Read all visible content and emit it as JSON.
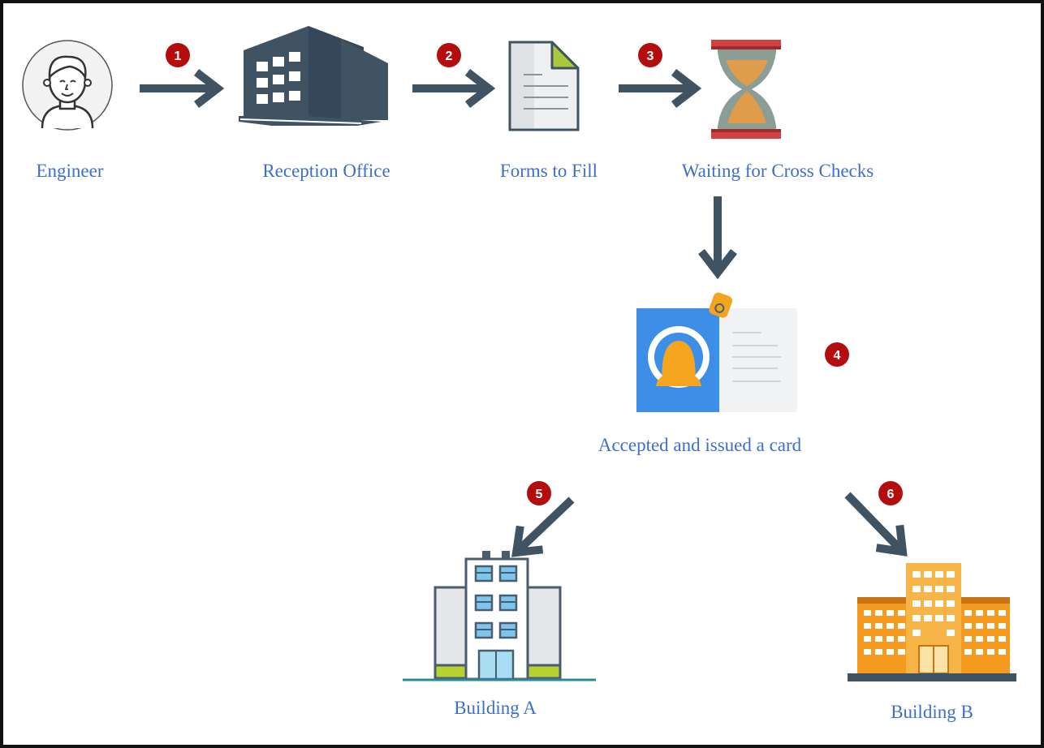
{
  "nodes": {
    "engineer": {
      "label": "Engineer",
      "icon": "engineer-avatar-icon"
    },
    "reception": {
      "label": "Reception Office",
      "icon": "office-building-icon"
    },
    "forms": {
      "label": "Forms to Fill",
      "icon": "document-icon"
    },
    "waiting": {
      "label": "Waiting for Cross Checks",
      "icon": "hourglass-icon"
    },
    "card": {
      "label": "Accepted and issued a card",
      "icon": "id-card-icon"
    },
    "building_a": {
      "label": "Building A",
      "icon": "building-a-icon"
    },
    "building_b": {
      "label": "Building B",
      "icon": "building-b-icon"
    }
  },
  "steps": [
    "1",
    "2",
    "3",
    "4",
    "5",
    "6"
  ],
  "colors": {
    "label_text": "#3d6fc8",
    "arrow": "#3f5363",
    "step_badge": "#b40d0d",
    "frame": "#111111"
  }
}
